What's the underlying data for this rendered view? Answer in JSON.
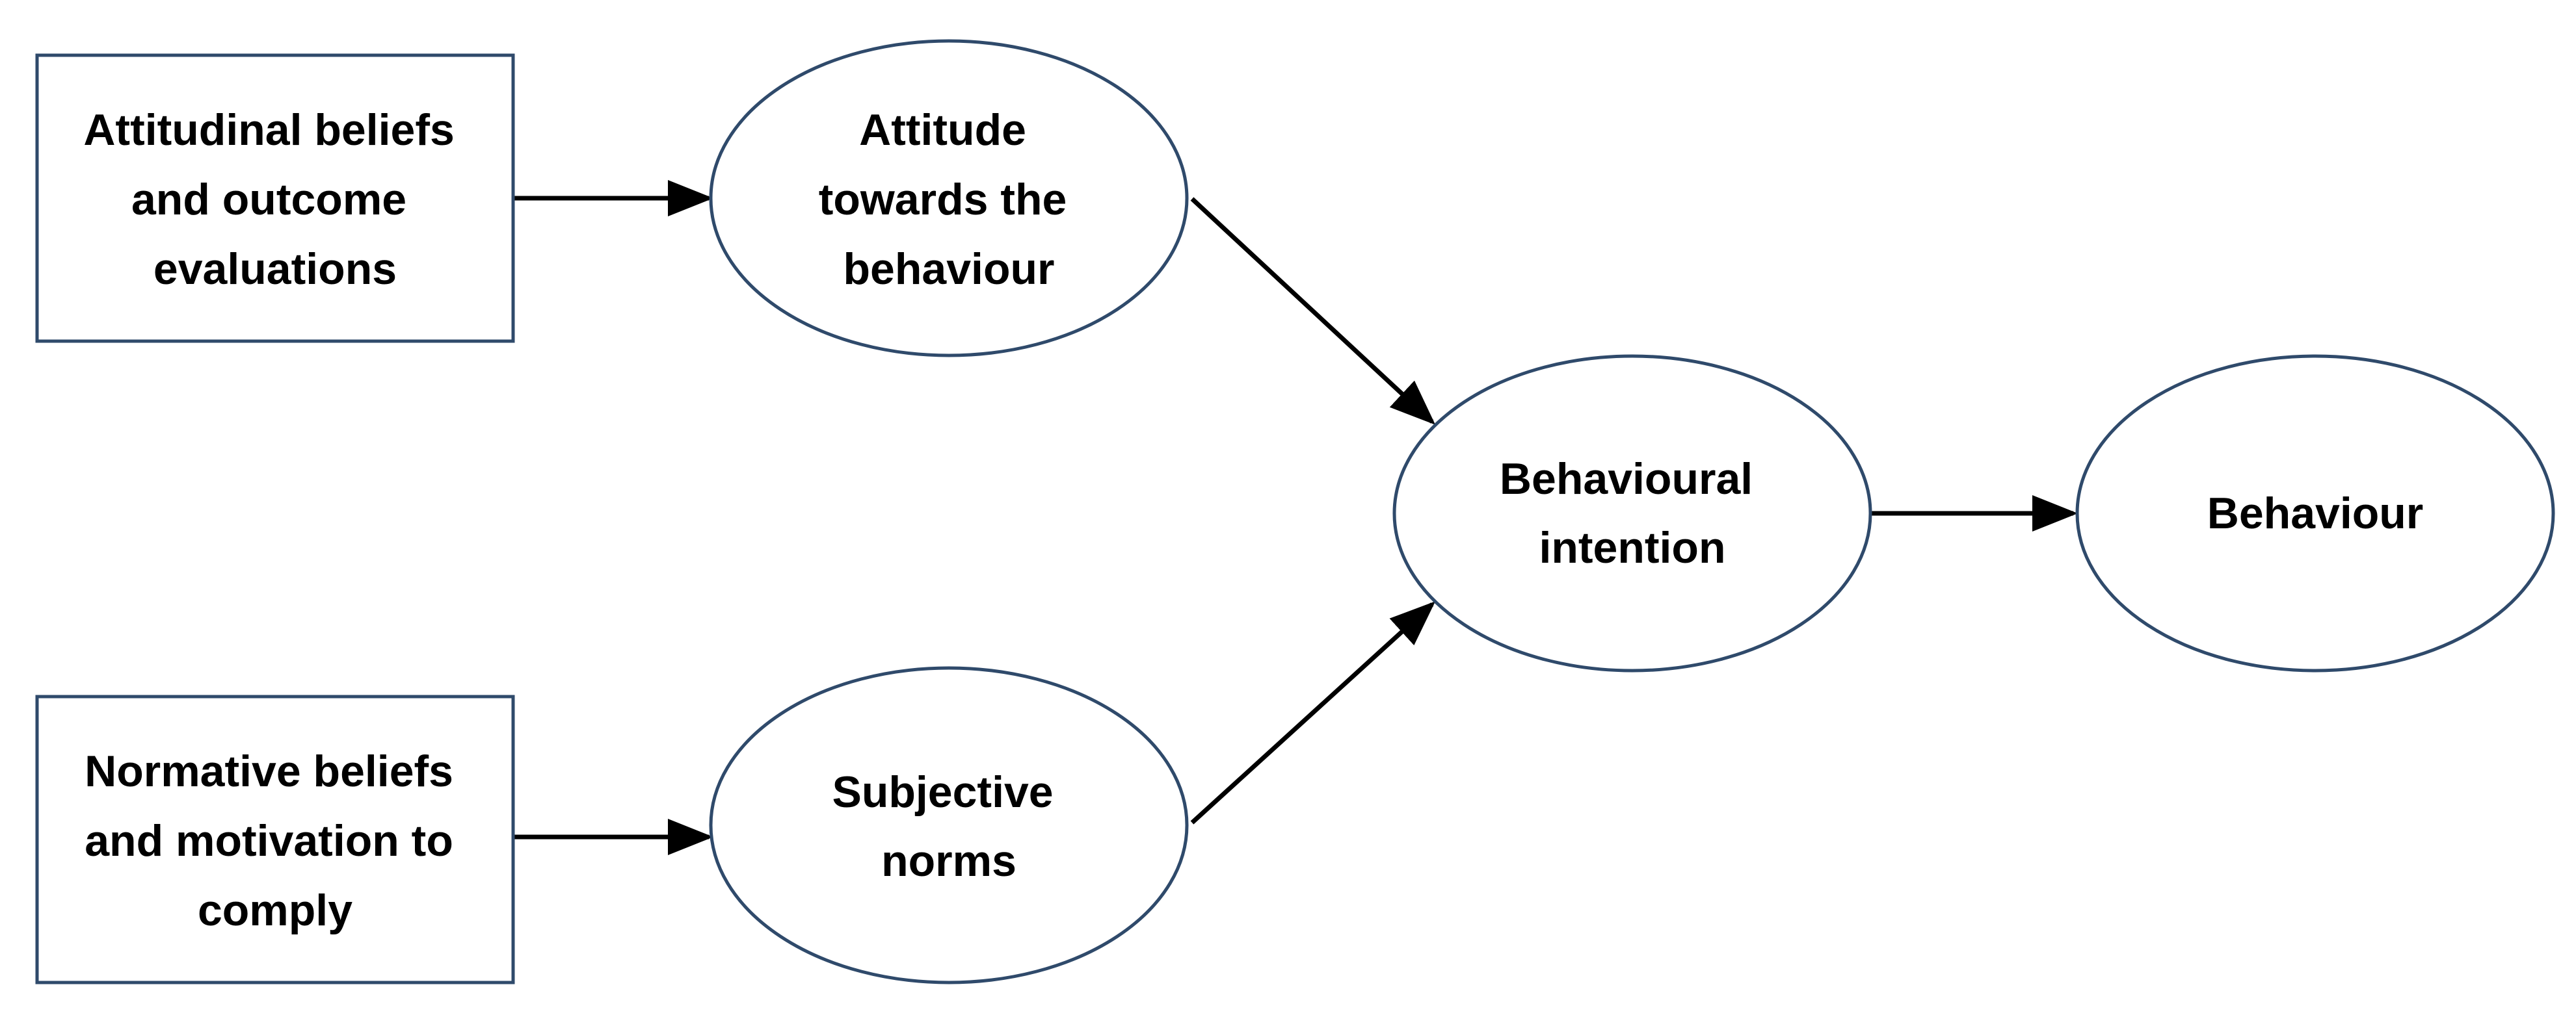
{
  "colors": {
    "node_border": "#2f4a6b",
    "node_fill": "#ffffff",
    "text": "#000000",
    "arrow": "#000000"
  },
  "nodes": {
    "attitudinal_beliefs": {
      "shape": "rectangle",
      "lines": [
        "Attitudinal beliefs",
        "and outcome",
        "evaluations"
      ]
    },
    "normative_beliefs": {
      "shape": "rectangle",
      "lines": [
        "Normative beliefs",
        "and motivation to",
        "comply"
      ]
    },
    "attitude": {
      "shape": "ellipse",
      "lines": [
        "Attitude",
        "towards the",
        "behaviour"
      ]
    },
    "subjective_norms": {
      "shape": "ellipse",
      "lines": [
        "Subjective",
        "norms"
      ]
    },
    "behavioural_intention": {
      "shape": "ellipse",
      "lines": [
        "Behavioural",
        "intention"
      ]
    },
    "behaviour": {
      "shape": "ellipse",
      "lines": [
        "Behaviour"
      ]
    }
  },
  "edges": [
    {
      "from": "attitudinal_beliefs",
      "to": "attitude"
    },
    {
      "from": "normative_beliefs",
      "to": "subjective_norms"
    },
    {
      "from": "attitude",
      "to": "behavioural_intention"
    },
    {
      "from": "subjective_norms",
      "to": "behavioural_intention"
    },
    {
      "from": "behavioural_intention",
      "to": "behaviour"
    }
  ]
}
